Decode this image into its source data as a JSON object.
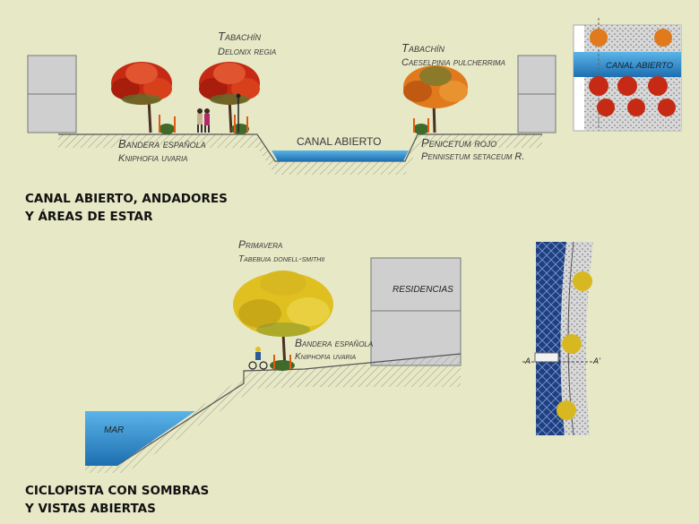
{
  "section1": {
    "tree_left": {
      "common": "Tabachín",
      "species": "Delonix regia"
    },
    "tree_right": {
      "common": "Tabachín",
      "species": "Caeselpinia pulcherrima"
    },
    "plant_left": {
      "common": "Bandera española",
      "species": "Kniphofia uvaria"
    },
    "plant_right": {
      "common": "Penicetum rojo",
      "species": "Pennisetum setaceum R."
    },
    "channel": "CANAL ABIERTO",
    "plan_label": "CANAL ABIERTO",
    "heading_line1": "CANAL ABIERTO, ANDADORES",
    "heading_line2": "Y ÁREAS DE ESTAR"
  },
  "section2": {
    "tree": {
      "common": "Primavera",
      "species": "Tabebuia donell-smithii"
    },
    "plant": {
      "common": "Bandera española",
      "species": "Kniphofia uvaria"
    },
    "building": "RESIDENCIAS",
    "sea": "MAR",
    "cut_a_left": "A",
    "cut_a_right": "A'",
    "heading_line1": "CICLOPISTA CON SOMBRAS",
    "heading_line2": "Y VISTAS ABIERTAS"
  },
  "colors": {
    "background": "#e6e8c6",
    "water": "#3b9bd6",
    "flamboyan": "#c62a14",
    "orange_tree": "#e07a1c",
    "yellow_tree": "#e0c020",
    "building": "#cfcfcf"
  }
}
